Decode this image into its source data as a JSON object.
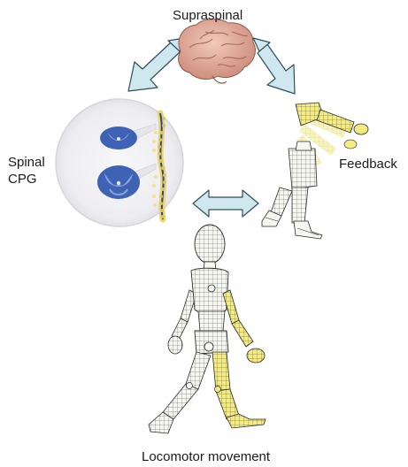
{
  "labels": {
    "supraspinal": "Supraspinal",
    "spinal_line1": "Spinal",
    "spinal_line2": "CPG",
    "feedback": "Feedback",
    "locomotor": "Locomotor movement"
  },
  "icons": {
    "brain": "brain-icon",
    "spinal_cord": "spinal-cord-cross-section-icon",
    "spine": "spine-column-icon",
    "feedback_figure": "mannequin-leg-swing-icon",
    "walking_figure": "walking-mannequin-icon"
  },
  "colors": {
    "arrow_fill": "#cfe7ef",
    "arrow_stroke": "#2f4f5a",
    "brain": "#e7b3a3",
    "spinal_blue": "#3e63b5",
    "limb_yellow": "#f4eb83",
    "body_white": "#f7f7f2",
    "line": "#2a2a2a"
  }
}
